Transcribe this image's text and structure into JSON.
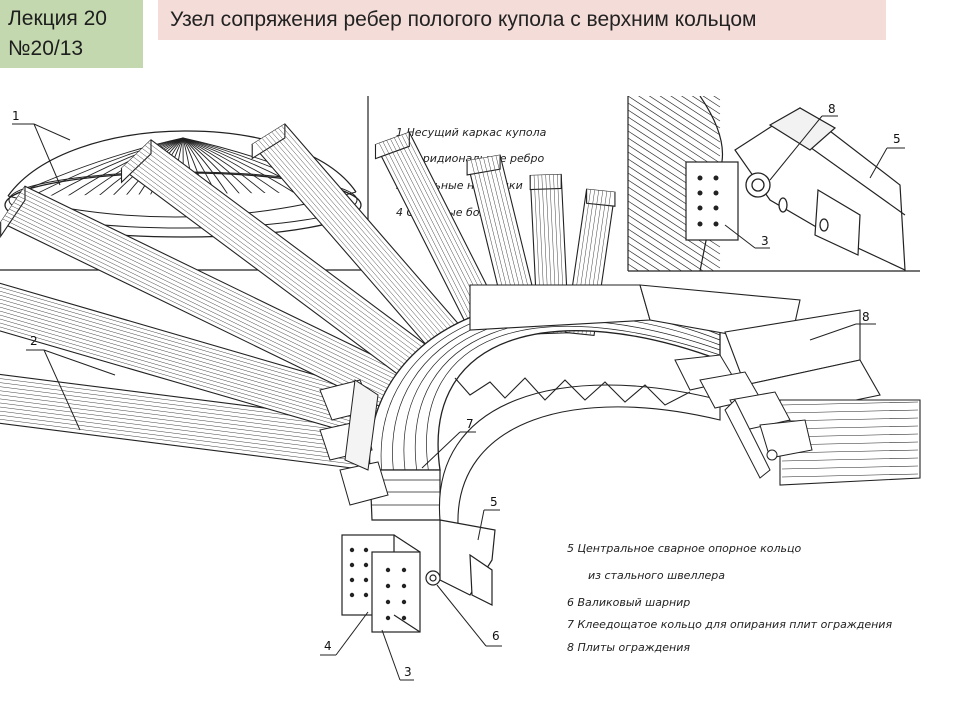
{
  "header": {
    "lecture": "Лекция 20",
    "slide_number": "№20/13",
    "title": "Узел сопряжения ребер пологого купола с верхним кольцом"
  },
  "legend_top": [
    "1  Несущий каркас купола",
    "2  Меридиональное ребро",
    "3  Стальные накладки",
    "4  Сквозные болты"
  ],
  "legend_bottom": [
    "5  Центральное сварное опорное кольцо",
    "из стального швеллера",
    "6  Валиковый шарнир",
    "7  Клеедощатое кольцо для опирания плит ограждения",
    "8  Плиты ограждения"
  ],
  "callouts": {
    "dome": "1",
    "detail_bolt": "8",
    "detail_channel": "5",
    "detail_plate": "3",
    "rib": "2",
    "glulam_ring": "7",
    "plates": "8",
    "support_ring": "5",
    "hinge": "6",
    "bolts": "4",
    "overlays": "3"
  },
  "colors": {
    "badge_bg": "#c3d8ae",
    "title_bg": "#f4ddd8",
    "ink": "#1e1e1e"
  }
}
